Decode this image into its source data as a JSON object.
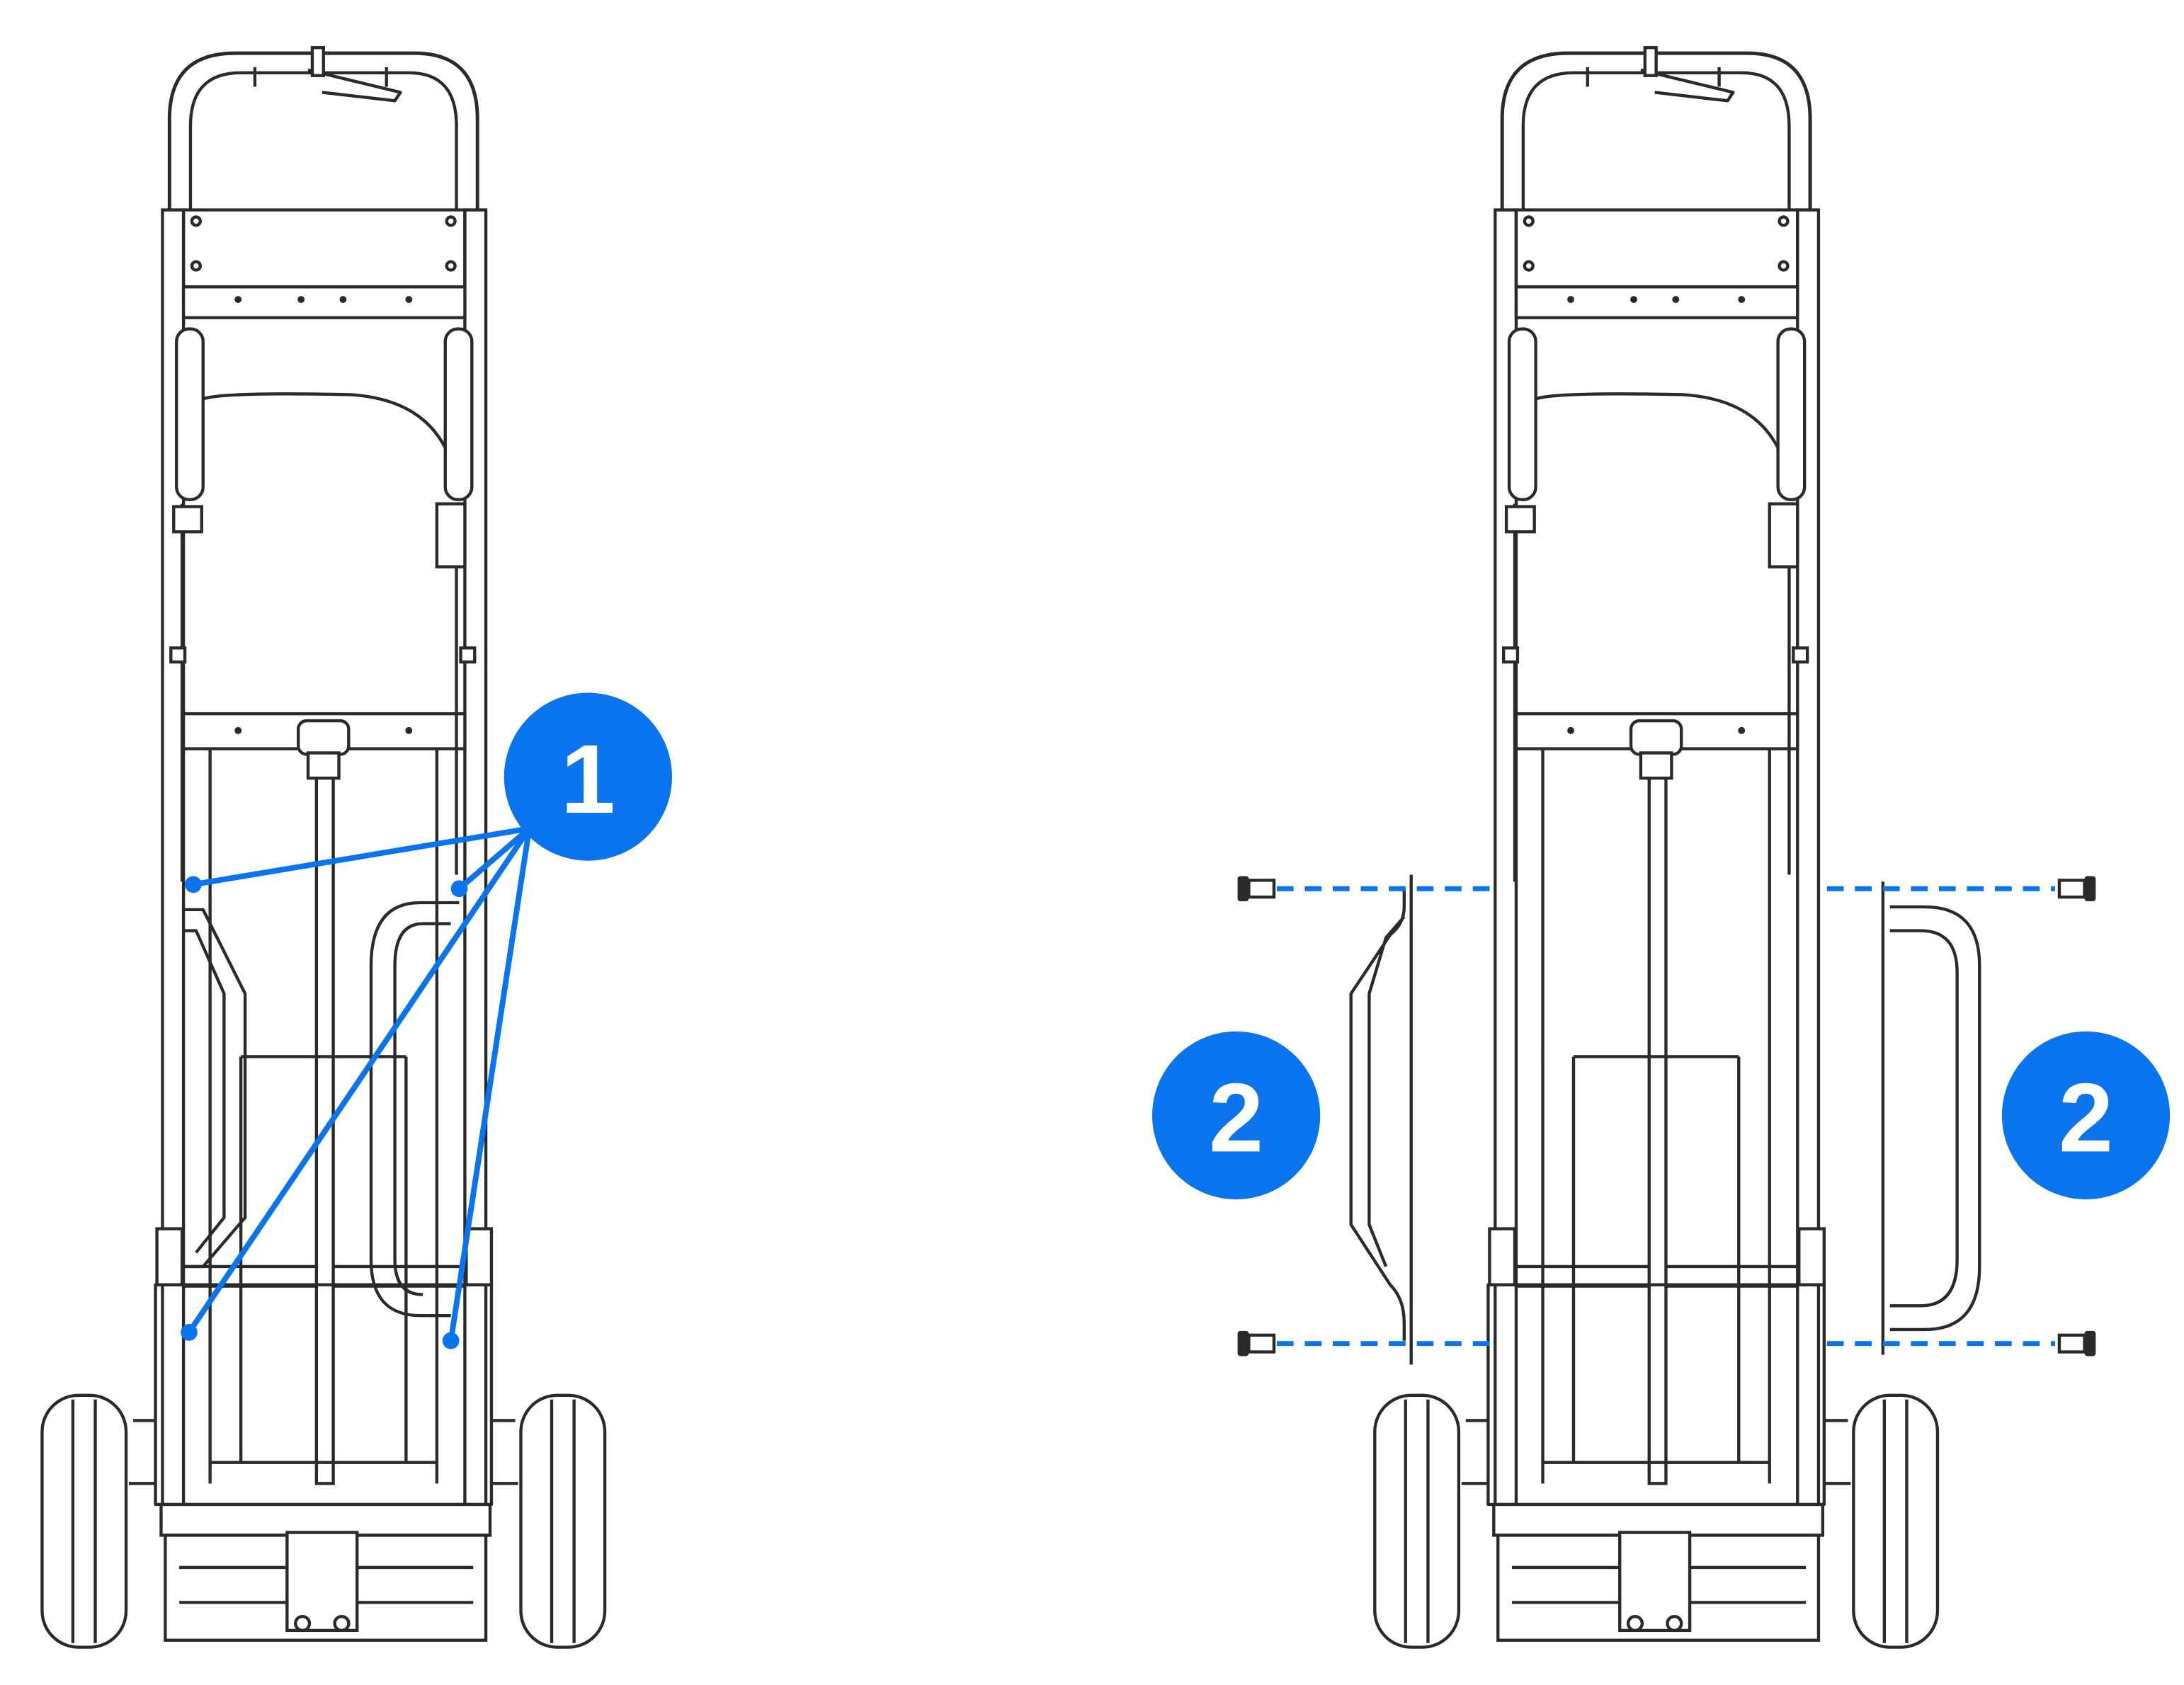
{
  "colors": {
    "accent": "#0A74EE",
    "line": "#2a2a2a"
  },
  "callouts": {
    "step1": "1",
    "step2_left": "2",
    "step2_right": "2"
  },
  "figures": [
    "assembled-hand-truck",
    "exploded-hand-truck"
  ]
}
